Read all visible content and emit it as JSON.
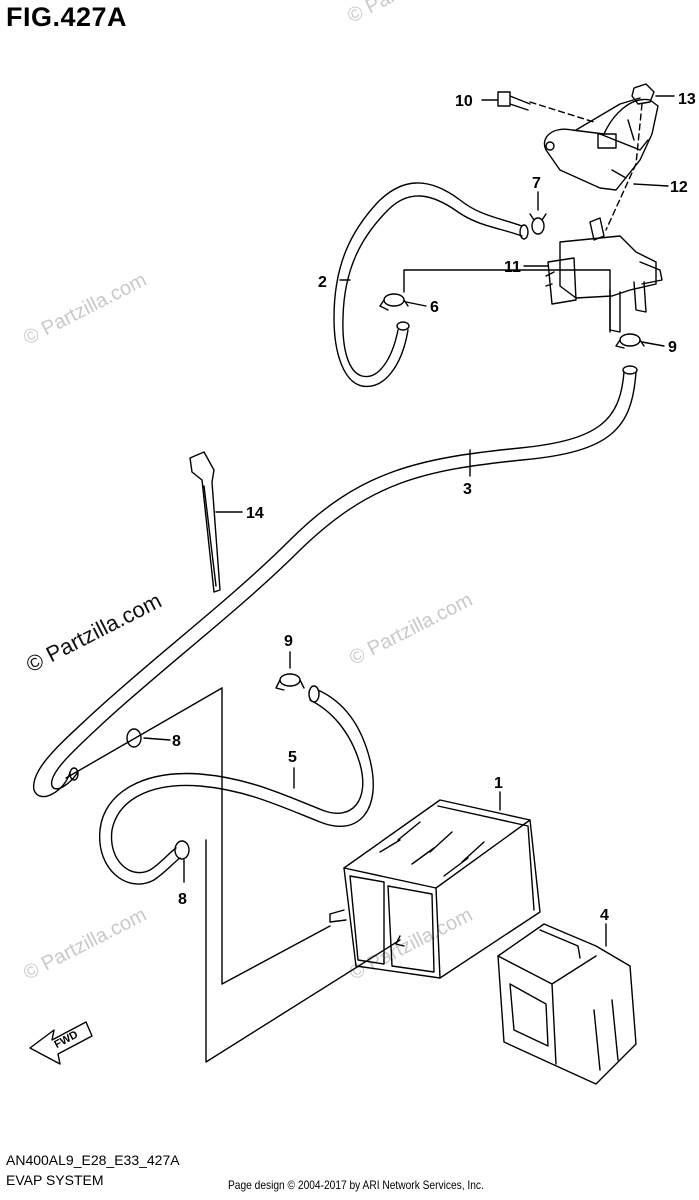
{
  "figure": {
    "title": "FIG.427A",
    "model_code": "AN400AL9_E28_E33_427A",
    "section_title": "EVAP SYSTEM",
    "credit": "Page design © 2004-2017 by ARI Network Services, Inc.",
    "fwd_label": "FWD"
  },
  "watermarks": {
    "text": "© Partzilla.com"
  },
  "callouts": [
    "1",
    "2",
    "3",
    "4",
    "5",
    "6",
    "7",
    "8",
    "8",
    "9",
    "9",
    "10",
    "11",
    "12",
    "13",
    "14"
  ]
}
